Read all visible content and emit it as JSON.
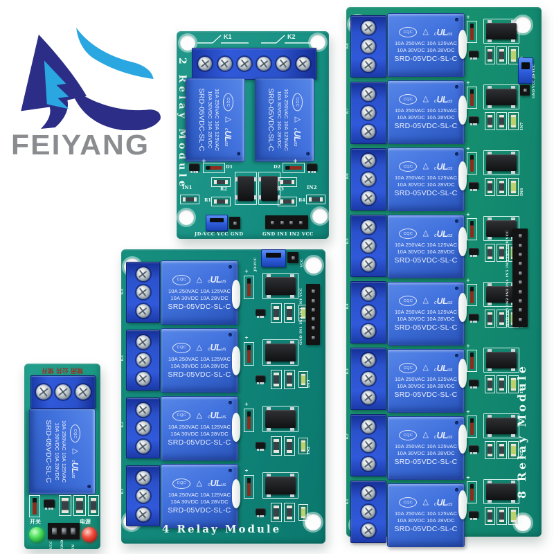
{
  "brand": {
    "name": "FEIYANG"
  },
  "colors": {
    "logo_dark_blue": "#2b2d86",
    "logo_light_blue": "#2aa7e0",
    "logo_text_gray": "#8a8c8f",
    "pcb_teal": "#12887b",
    "relay_blue": "#3f6cd8",
    "terminal_blue": "#2b52cc",
    "led_green": "#3ecb52",
    "led_red": "#d93225"
  },
  "silk": {
    "plus": "+"
  },
  "relay_face": {
    "cqc": "CQC",
    "triangle": "△",
    "ul_c": "c",
    "ul": "UL",
    "ul_us": "us",
    "line1": "10A 250VAC  10A 125VAC",
    "line2": "10A  30VDC  10A  28VDC",
    "model": "SRD-05VDC-SL-C"
  },
  "module_2ch": {
    "title": "2 Relay Module",
    "coil_labels": [
      "K1",
      "K2"
    ],
    "relays": [
      {},
      {}
    ],
    "left": {
      "in": "IN1",
      "d": "D1",
      "r_top": "R2",
      "r_bot": "R1"
    },
    "right": {
      "in": "IN2",
      "d": "D2",
      "r_top": "R3",
      "r_bot": "R4"
    },
    "jumper_label": "JD-VCC VCC GND",
    "header_label": "GND IN1 IN2 VCC"
  },
  "module_4ch": {
    "title": "4 Relay Module",
    "jumper_left": "JD-VCC",
    "jumper_right": "VCC",
    "header_label": "GND IN1 IN2 IN3 IN4 VCC",
    "channels": [
      {
        "k": "K4",
        "in": "IN4"
      },
      {
        "k": "K3",
        "in": "IN3"
      },
      {
        "k": "K2",
        "in": "IN2"
      },
      {
        "k": "K1",
        "in": "IN1"
      }
    ]
  },
  "module_8ch": {
    "title": "8 Relay Module",
    "jumper_label": "GND VCC JD-VCC",
    "header_label": "GND IN1 IN2 IN3 IN4 IN5 IN6 IN7 IN8 VCC",
    "channels": [
      {
        "k": "K8",
        "in": "IN8"
      },
      {
        "k": "K7",
        "in": "IN7"
      },
      {
        "k": "K6",
        "in": "IN6"
      },
      {
        "k": "K5",
        "in": "IN5"
      },
      {
        "k": "K4",
        "in": "IN4"
      },
      {
        "k": "K3",
        "in": "IN3"
      },
      {
        "k": "K2",
        "in": "IN2"
      },
      {
        "k": "K1",
        "in": "IN1"
      }
    ]
  },
  "module_1ch": {
    "terminal_label": "常闭 公共 常开",
    "pin_labels": [
      "VCC",
      "GND",
      "IN"
    ],
    "led_switch_label": "开关",
    "led_power_label": "电源"
  }
}
